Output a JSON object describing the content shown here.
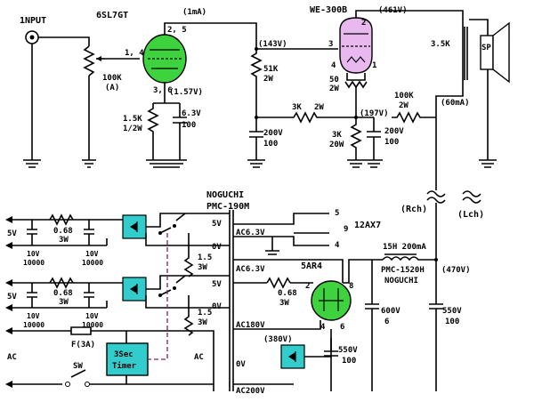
{
  "labels": {
    "input": "1NPUT",
    "v1": "6SL7GT",
    "v1_pin_grid": "1, 4",
    "v1_pin_plate": "2, 5",
    "v1_pin_cath": "3, 6",
    "v1_current": "(1mA)",
    "v1_cath_v": "(1.57V)",
    "pot": "100K",
    "pot_taper": "(A)",
    "rk1": "1.5K",
    "rk1_w": "1/2W",
    "ck1_v": "6.3V",
    "ck1_v2": "100",
    "rp1_v": "(143V)",
    "rp1": "51K",
    "rp1_w": "2W",
    "cc1": "200V",
    "cc1_v": "100",
    "rs1": "3K",
    "rs1_w": "2W",
    "v2": "WE-300B",
    "v2_pin_plate": "2",
    "v2_pin_grid": "3",
    "v2_pin_f4": "4",
    "v2_pin_f1": "1",
    "v2_plate_v": "(461V)",
    "hum": "50",
    "hum_w": "2W",
    "rk2": "3K",
    "rk2_w": "20W",
    "v2_cath_v": "(197V)",
    "ck2": "200V",
    "ck2_v": "100",
    "rdec": "100K",
    "rdec_w": "2W",
    "ot": "3.5K",
    "sp": "SP",
    "ot_current": "(60mA)",
    "rch": "(Rch)",
    "lch": "(Lch)",
    "pt1_brand": "NOGUCHI",
    "pt1_model": "PMC-190M",
    "out5v": "5V",
    "r068a": "0.68",
    "r068a_w": "3W",
    "c10a": "10V",
    "c10a_v": "10000",
    "c10b": "10V",
    "c10b_v": "10000",
    "sec5v_a": "5V",
    "sec0v_a": "0V",
    "r15a": "1.5",
    "r15a_w": "3W",
    "out5v_b": "5V",
    "r068b": "0.68",
    "r068b_w": "3W",
    "c10c": "10V",
    "c10c_v": "10000",
    "c10d": "10V",
    "c10d_v": "10000",
    "sec5v_b": "5V",
    "sec0v_b": "0V",
    "r15b": "1.5",
    "r15b_w": "3W",
    "ac_top": "AC6.3V",
    "socket": "12AX7",
    "pin5": "5",
    "pin9": "9",
    "pin4": "4",
    "ac_rect": "AC6.3V",
    "r068c": "0.68",
    "r068c_w": "3W",
    "rect": "5AR4",
    "rect_p2": "2",
    "rect_p8": "8",
    "rect_p4": "4",
    "rect_p6": "6",
    "choke": "15H 200mA",
    "choke_model": "PMC-1520H",
    "choke_brand": "NOGUCHI",
    "b_plus": "(470V)",
    "c600": "600V",
    "c600_v": "6",
    "c550a": "550V",
    "c550a_v": "100",
    "ac180": "AC180V",
    "v380": "(380V)",
    "c550b": "550V",
    "c550b_v": "100",
    "ac_left": "AC",
    "fuse": "F(3A)",
    "timer1": "3Sec",
    "timer2": "Timer",
    "ac_prim": "AC",
    "zero_v": "0V",
    "ac200": "AC200V",
    "sw": "SW"
  }
}
